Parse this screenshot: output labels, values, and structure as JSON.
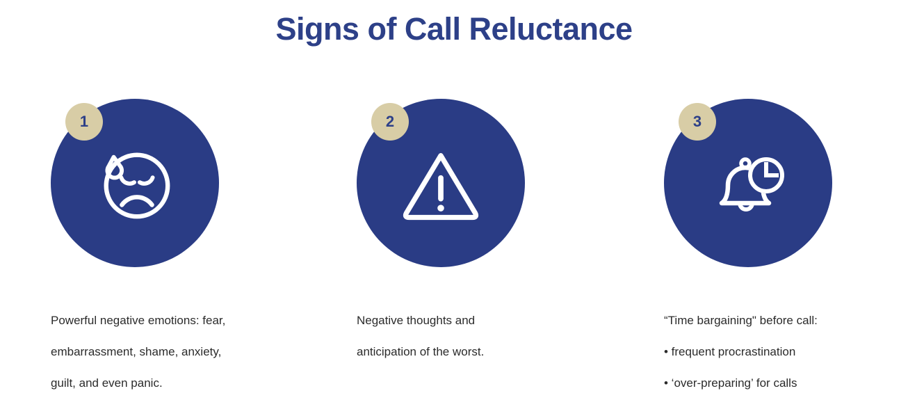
{
  "title": "Signs of Call Reluctance",
  "theme": {
    "navy": "#2a3c85",
    "title_blue": "#2d4088",
    "badge_tan": "#d8cda6",
    "icon_white": "#ffffff",
    "caption_text": "#2b2b2b",
    "background": "#ffffff"
  },
  "columns": [
    {
      "badge": "1",
      "icon_name": "sad-face-with-sweat-icon",
      "caption_lines": [
        "Powerful negative emotions: fear,",
        "embarrassment, shame, anxiety,",
        "guilt, and even panic."
      ]
    },
    {
      "badge": "2",
      "icon_name": "warning-triangle-icon",
      "caption_lines": [
        "Negative thoughts and",
        "anticipation of the worst."
      ]
    },
    {
      "badge": "3",
      "icon_name": "bell-with-clock-icon",
      "caption_lines": [
        "“Time bargaining\" before call:",
        "• frequent procrastination",
        "• ‘over-preparing’ for calls"
      ]
    }
  ]
}
